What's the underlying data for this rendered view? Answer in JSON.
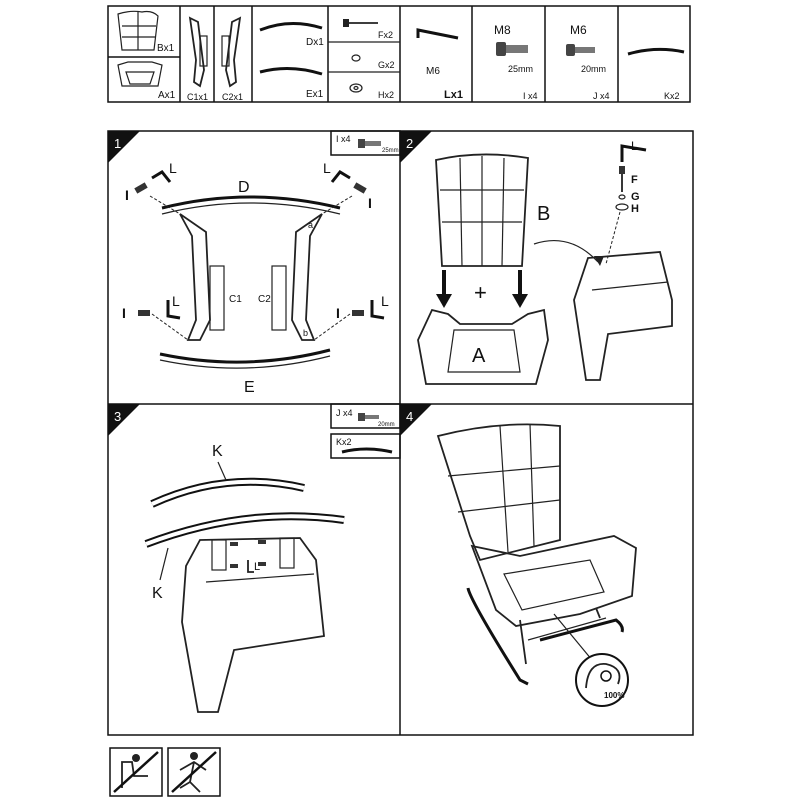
{
  "parts": [
    {
      "id": "B",
      "label": "Bx1"
    },
    {
      "id": "A",
      "label": "Ax1"
    },
    {
      "id": "C1",
      "label": "C1x1"
    },
    {
      "id": "C2",
      "label": "C2x1"
    },
    {
      "id": "D",
      "label": "Dx1"
    },
    {
      "id": "E",
      "label": "Ex1"
    },
    {
      "id": "F",
      "label": "Fx2"
    },
    {
      "id": "G",
      "label": "Gx2"
    },
    {
      "id": "H",
      "label": "Hx2"
    },
    {
      "id": "L",
      "label": "Lx1",
      "size": "M6"
    },
    {
      "id": "I",
      "label": "I x4",
      "size": "M8",
      "length": "25mm"
    },
    {
      "id": "J",
      "label": "J x4",
      "size": "M6",
      "length": "20mm"
    },
    {
      "id": "K",
      "label": "Kx2"
    }
  ],
  "steps": [
    {
      "number": "1",
      "hardware_label": "I x4",
      "hardware_length": "25mm",
      "labels": {
        "D": "D",
        "E": "E",
        "C1": "C1",
        "C2": "C2",
        "a": "a",
        "b": "b",
        "L": "L",
        "I": "I"
      }
    },
    {
      "number": "2",
      "labels": {
        "A": "A",
        "B": "B",
        "plus": "+",
        "L": "L",
        "F": "F",
        "G": "G",
        "H": "H"
      }
    },
    {
      "number": "3",
      "hardware_label": "J x4",
      "hardware_length": "20mm",
      "hardware_k": "Kx2",
      "labels": {
        "K": "K",
        "L": "L"
      }
    },
    {
      "number": "4",
      "labels": {
        "percent": "100%"
      }
    }
  ],
  "icons": [
    "wrong-posture-icon",
    "wrong-jump-icon"
  ]
}
